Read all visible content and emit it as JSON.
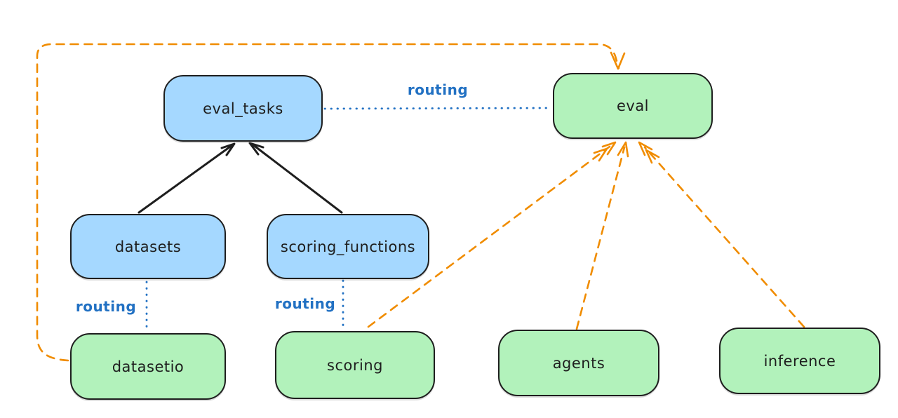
{
  "colors": {
    "blue_fill": "#a5d8ff",
    "green_fill": "#b2f2bb",
    "stroke": "#1e1e1e",
    "orange": "#f08c00",
    "blue_line": "#2271c3",
    "bg": "#ffffff"
  },
  "nodes": {
    "eval_tasks": {
      "label": "eval_tasks"
    },
    "eval": {
      "label": "eval"
    },
    "datasets": {
      "label": "datasets"
    },
    "scoring_functions": {
      "label": "scoring_functions"
    },
    "datasetio": {
      "label": "datasetio"
    },
    "scoring": {
      "label": "scoring"
    },
    "agents": {
      "label": "agents"
    },
    "inference": {
      "label": "inference"
    }
  },
  "edge_labels": {
    "routing_top": "routing",
    "routing_datasets": "routing",
    "routing_scoring": "routing"
  }
}
